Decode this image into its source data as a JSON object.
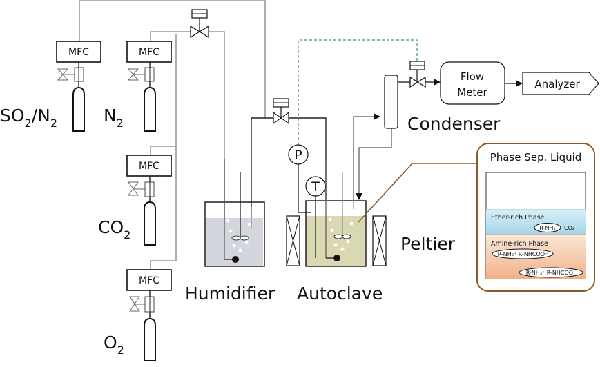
{
  "title": "Gas absorption experimental apparatus schematic",
  "colors": {
    "humidifier_liquid": "#d3d6dc",
    "autoclave_liquid": "#d9d8b2",
    "signal_line": "#3a9a5a",
    "callout_border": "#8a5a28",
    "ether_phase_top": "#cdeaf4",
    "ether_phase_bottom": "#a9d8ea",
    "amine_phase_top": "#fbe4d3",
    "amine_phase_bottom": "#f3b58f"
  },
  "gas_supplies": [
    {
      "controller": "MFC",
      "gas": "SO",
      "sub1": "2",
      "sep": "/N",
      "sub2": "2"
    },
    {
      "controller": "MFC",
      "gas": "N",
      "sub1": "2"
    },
    {
      "controller": "MFC",
      "gas": "CO",
      "sub1": "2"
    },
    {
      "controller": "MFC",
      "gas": "O",
      "sub1": "2"
    }
  ],
  "labels": {
    "humidifier": "Humidifier",
    "autoclave": "Autoclave",
    "peltier": "Peltier",
    "condenser": "Condenser",
    "flow_meter_line1": "Flow",
    "flow_meter_line2": "Meter",
    "analyzer": "Analyzer",
    "pressure_gauge": "P",
    "temperature_sensor": "T"
  },
  "callout": {
    "title": "Phase Sep. Liquid",
    "ether_phase": {
      "label": "Ether-rich Phase",
      "species": [
        "R-NH₂",
        "CO₂"
      ]
    },
    "amine_phase": {
      "label": "Amine-rich Phase",
      "species": [
        "R-NH₃⁺ R-NHCOO⁻",
        "R-NH₃⁺ R-NHCOO⁻"
      ]
    }
  }
}
